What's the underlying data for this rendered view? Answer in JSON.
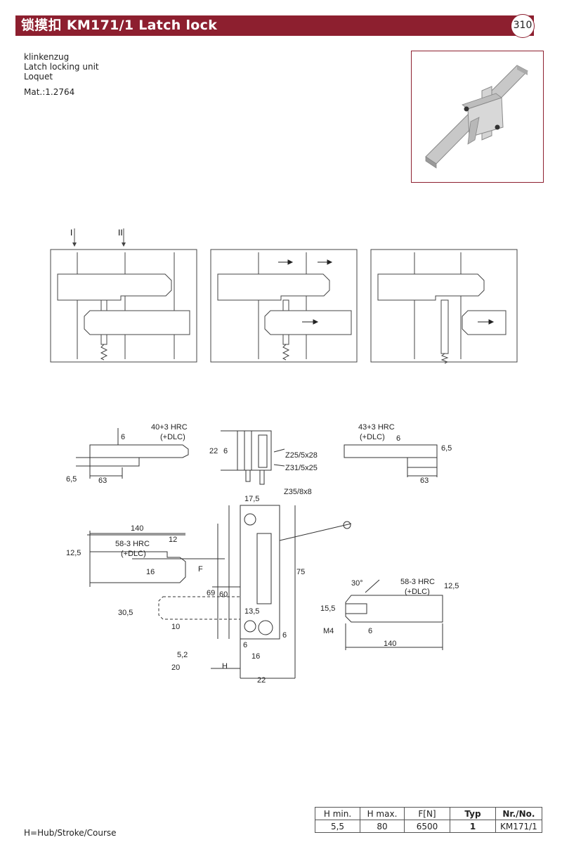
{
  "header": {
    "title": "锁摸扣  KM171/1 Latch lock",
    "page_number": "310"
  },
  "subtitles": {
    "de": "klinkenzug",
    "en": "Latch locking unit",
    "fr": "Loquet",
    "material": "Mat.:1.2764"
  },
  "sequence": {
    "marker_1": "I",
    "marker_2": "II"
  },
  "dims": {
    "top_left_hrc": "40+3 HRC",
    "top_left_dlc": "(+DLC)",
    "top_left_6": "6",
    "top_left_65": "6,5",
    "top_left_63": "63",
    "top_mid_22": "22",
    "top_mid_6": "6",
    "top_mid_z25": "Z25/5x28",
    "top_mid_z31": "Z31/5x25",
    "top_right_hrc": "43+3 HRC",
    "top_right_dlc": "(+DLC)",
    "top_right_6": "6",
    "top_right_65": "6,5",
    "top_right_63": "63",
    "main_175": "17,5",
    "main_z35": "Z35/8x8",
    "main_140": "140",
    "main_125": "12,5",
    "main_12": "12",
    "main_hrc": "58-3 HRC",
    "main_dlc": "(+DLC)",
    "main_16": "16",
    "main_F": "F",
    "main_305": "30,5",
    "main_69": "69",
    "main_60": "60",
    "main_75": "75",
    "main_135": "13,5",
    "main_10": "10",
    "main_52": "5,2",
    "main_20": "20",
    "main_H": "H",
    "main_6a": "6",
    "main_16b": "16",
    "main_22": "22",
    "main_6b": "6",
    "right_30": "30°",
    "right_hrc": "58-3 HRC",
    "right_dlc": "(+DLC)",
    "right_125": "12,5",
    "right_155": "15,5",
    "right_M4": "M4",
    "right_6": "6",
    "right_140": "140"
  },
  "footer_note": "H=Hub/Stroke/Course",
  "table": {
    "headers": [
      "H min.",
      "H max.",
      "F[N]",
      "Typ",
      "Nr./No."
    ],
    "row": [
      "5,5",
      "80",
      "6500",
      "1",
      "KM171/1"
    ]
  }
}
